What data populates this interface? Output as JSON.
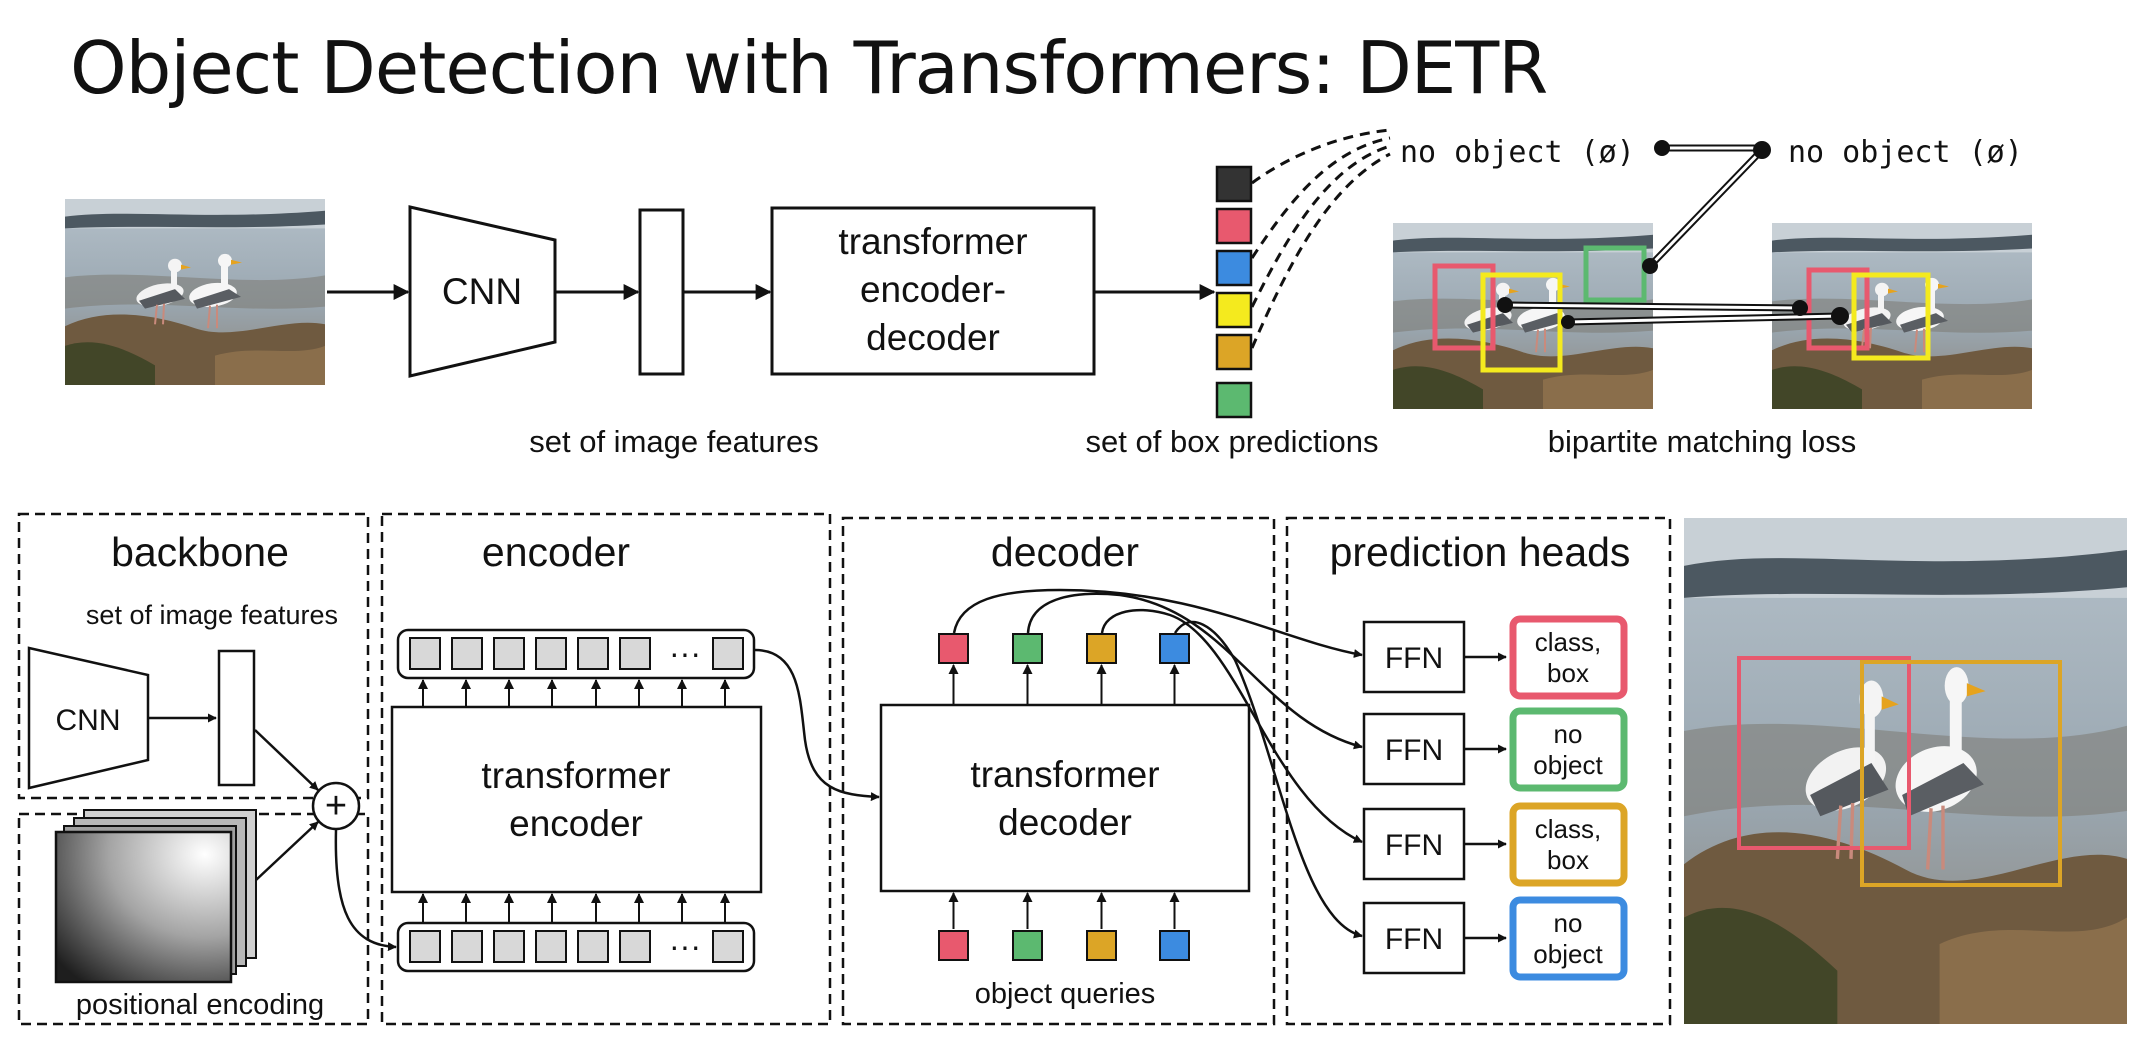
{
  "title": "Object Detection with Transformers: DETR",
  "top": {
    "cnn": "CNN",
    "transformer_lines": [
      "transformer",
      "encoder-",
      "decoder"
    ],
    "caption_features": "set of image features",
    "caption_predictions": "set of box predictions",
    "caption_matching": "bipartite matching loss",
    "no_object_left": "no object (ø)",
    "no_object_right": "no object (ø)"
  },
  "bottom": {
    "backbone": {
      "title": "backbone",
      "features_label": "set of image features",
      "cnn": "CNN",
      "positional": "positional encoding",
      "plus": "+"
    },
    "encoder": {
      "title": "encoder",
      "box_lines": [
        "transformer",
        "encoder"
      ],
      "ellipsis": "···"
    },
    "decoder": {
      "title": "decoder",
      "box_lines": [
        "transformer",
        "decoder"
      ],
      "queries_label": "object queries"
    },
    "heads": {
      "title": "prediction heads",
      "ffn": "FFN",
      "outputs": [
        {
          "lines": [
            "class,",
            "box"
          ],
          "color": "#e8596e"
        },
        {
          "lines": [
            "no",
            "object"
          ],
          "color": "#5cb970"
        },
        {
          "lines": [
            "class,",
            "box"
          ],
          "color": "#dca526"
        },
        {
          "lines": [
            "no",
            "object"
          ],
          "color": "#3c8be0"
        }
      ]
    }
  },
  "colors": {
    "pink": "#e8596e",
    "green": "#5cb970",
    "blue": "#3c8be0",
    "yellow": "#f4ea1e",
    "gold": "#dca526",
    "dark": "#333333",
    "token_gray": "#d8d8d8"
  }
}
